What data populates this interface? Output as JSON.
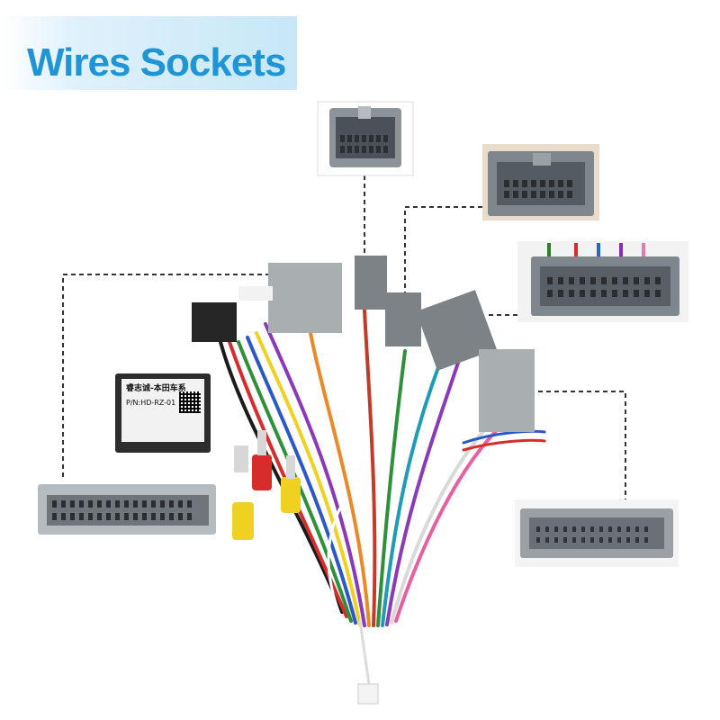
{
  "banner": {
    "title": "Wires Sockets"
  },
  "module": {
    "brand": "睿志诚-本田车系",
    "part_number": "P/N:HD-RZ-01"
  }
}
